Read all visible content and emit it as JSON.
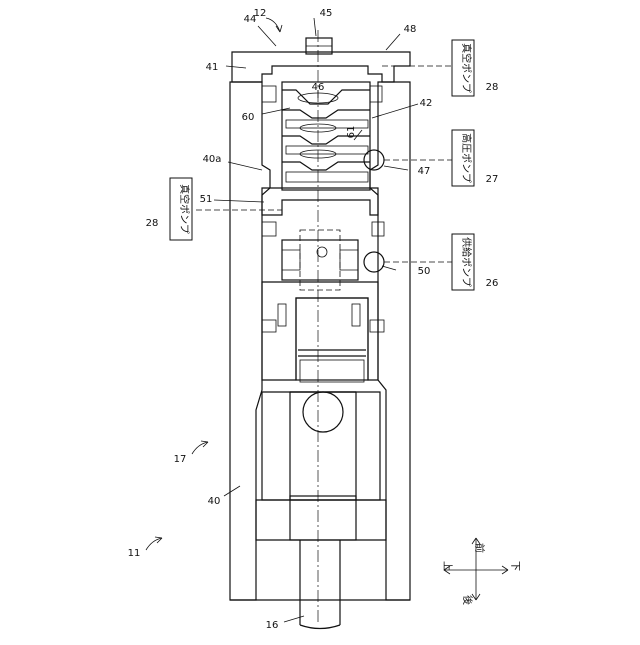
{
  "figure": {
    "references": {
      "r44": "44",
      "r12": "12",
      "r45": "45",
      "r48": "48",
      "r41": "41",
      "r46": "46",
      "r42": "42",
      "r60": "60",
      "r61": "61",
      "r40a": "40a",
      "r47": "47",
      "r51": "51",
      "r50": "50",
      "r17": "17",
      "r40": "40",
      "r11": "11",
      "r16": "16"
    },
    "pumps": {
      "vacuum_right": {
        "label": "真空ポンプ",
        "ref": "28"
      },
      "high_pressure": {
        "label": "高圧ポンプ",
        "ref": "27"
      },
      "vacuum_left": {
        "label": "真空ポンプ",
        "ref": "28"
      },
      "supply": {
        "label": "供給ポンプ",
        "ref": "26"
      }
    },
    "directions": {
      "front": "前",
      "up": "上",
      "down": "下",
      "back": "後"
    }
  }
}
